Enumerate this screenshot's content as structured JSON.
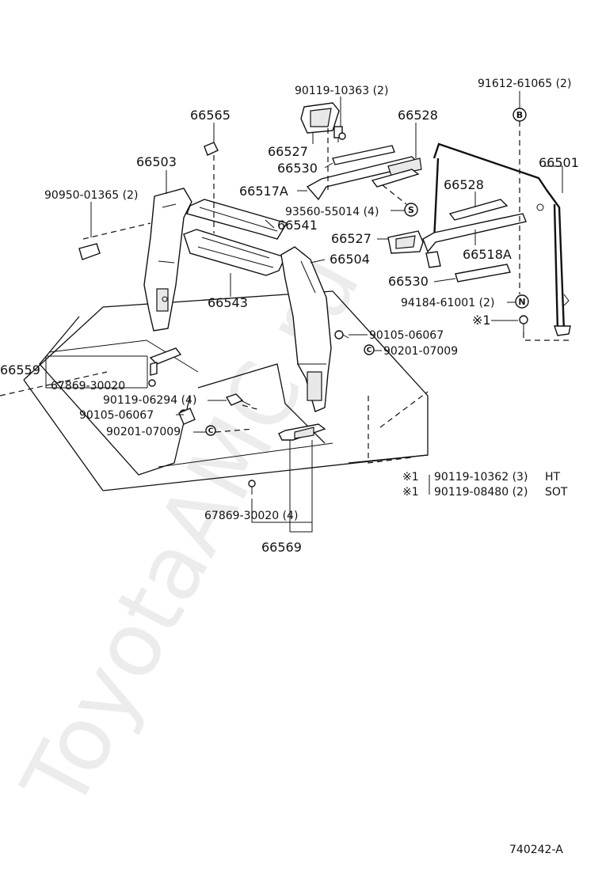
{
  "watermark": "ToyotaAMC.ru",
  "figure_code": "740242-A",
  "callouts": {
    "c66565": "66565",
    "c90119_10363": "90119-10363 (2)",
    "c66528_top": "66528",
    "c91612_61065": "91612-61065 (2)",
    "c66503": "66503",
    "c66527_top": "66527",
    "c66530_top": "66530",
    "c66501": "66501",
    "c90950_01365": "90950-01365 (2)",
    "c66517a": "66517A",
    "c66528_mid": "66528",
    "c93560_55014": "93560-55014 (4)",
    "c66541": "66541",
    "c66527_mid": "66527",
    "c66518a": "66518A",
    "c66504": "66504",
    "c66530_mid": "66530",
    "c66543": "66543",
    "c94184_61001": "94184-61001 (2)",
    "c_mark1": "※1",
    "c90105_06067_r": "90105-06067",
    "c90201_07009_r": "90201-07009",
    "c66559": "66559",
    "c67869_30020": "67869-30020",
    "c90119_06294": "90119-06294 (4)",
    "c90105_06067_l": "90105-06067",
    "c90201_07009_l": "90201-07009",
    "c66569": "66569",
    "c67869_30020_4": "67869-30020 (4)"
  },
  "badges": {
    "b": "B",
    "s": "S",
    "n": "N",
    "c1": "C",
    "c2": "C"
  },
  "notes": [
    {
      "mark": "※1",
      "part": "90119-10362 (3)",
      "variant": "HT"
    },
    {
      "mark": "※1",
      "part": "90119-08480 (2)",
      "variant": "SOT"
    }
  ]
}
